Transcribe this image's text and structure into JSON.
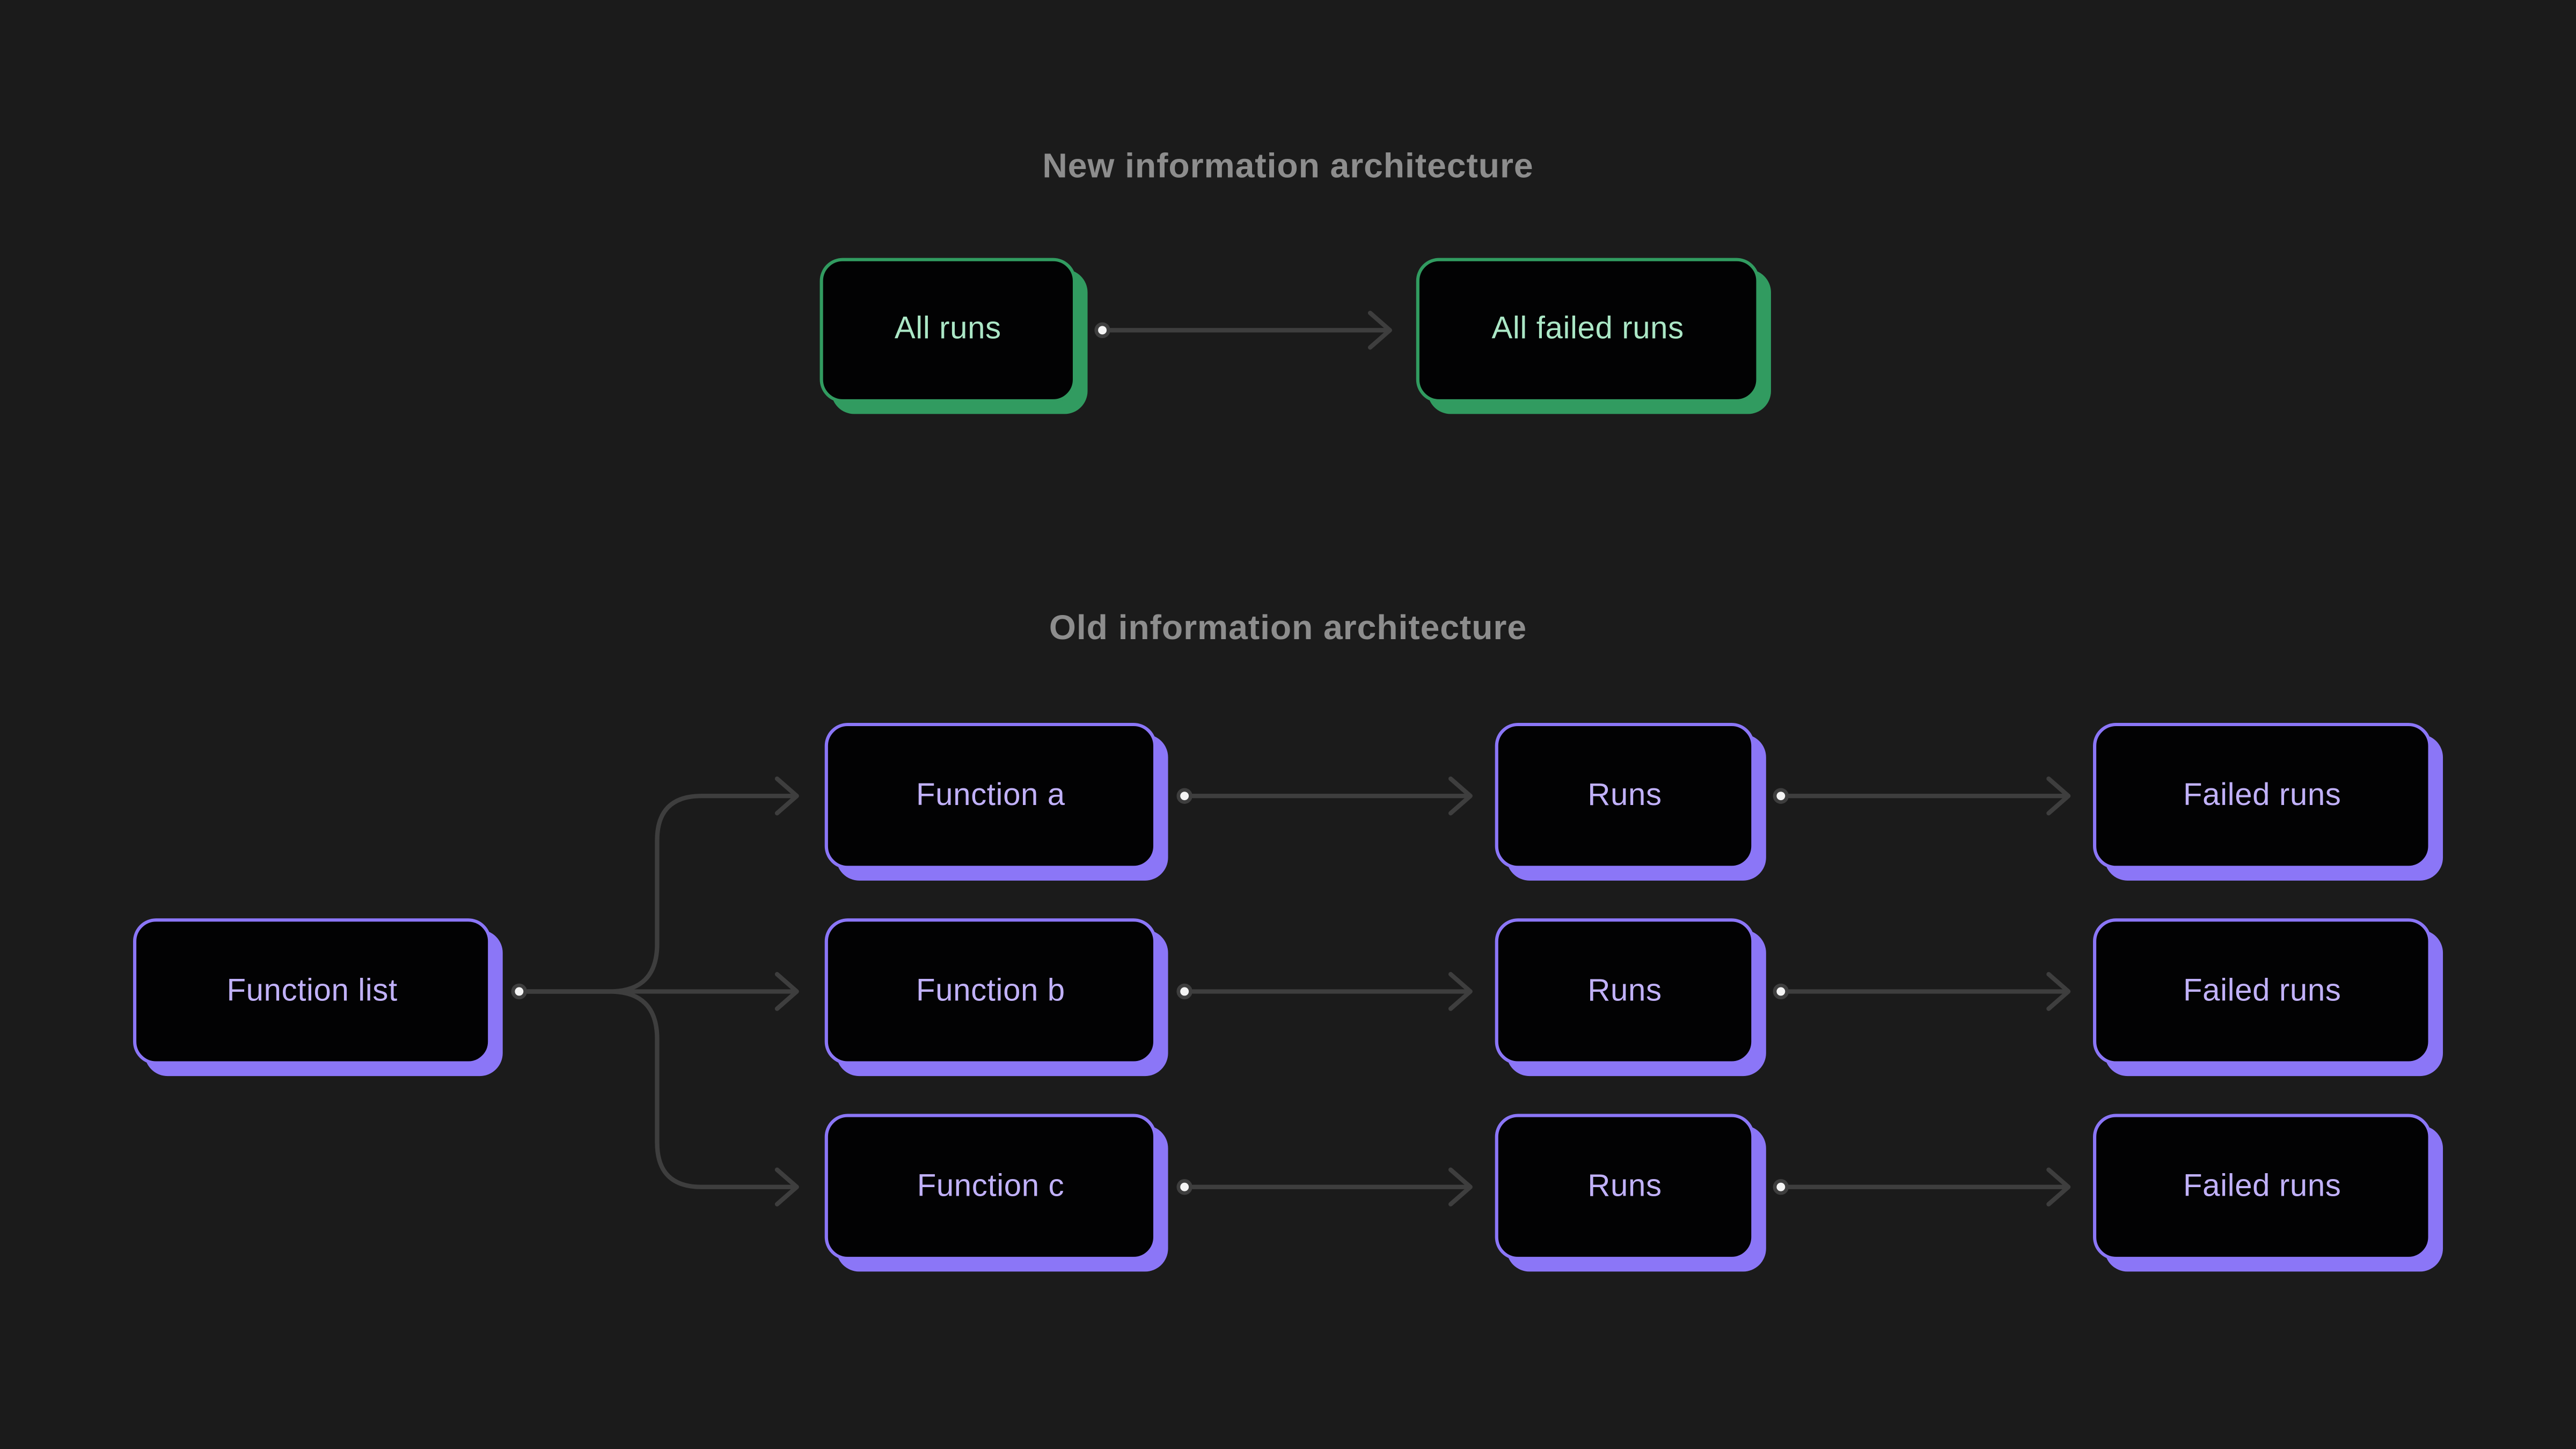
{
  "diagram": {
    "background_color": "#1b1b1b",
    "arrow_color": "#3e3e3e",
    "node_fill_color": "#020203",
    "title_color": "#8d8d8d",
    "sections": {
      "new_architecture": {
        "title": "New information architecture",
        "accent_color": "#319b60",
        "text_color": "#abe7c6",
        "nodes": {
          "all_runs": {
            "label": "All runs"
          },
          "all_failed_runs": {
            "label": "All failed runs"
          }
        },
        "links": [
          {
            "from": "all_runs",
            "to": "all_failed_runs"
          }
        ]
      },
      "old_architecture": {
        "title": "Old information architecture",
        "accent_color": "#8b76f7",
        "text_color": "#c1b1fa",
        "nodes": {
          "function_list": {
            "label": "Function list"
          },
          "function_a": {
            "label": "Function a"
          },
          "function_b": {
            "label": "Function b"
          },
          "function_c": {
            "label": "Function c"
          },
          "runs_a": {
            "label": "Runs"
          },
          "runs_b": {
            "label": "Runs"
          },
          "runs_c": {
            "label": "Runs"
          },
          "failed_runs_a": {
            "label": "Failed runs"
          },
          "failed_runs_b": {
            "label": "Failed runs"
          },
          "failed_runs_c": {
            "label": "Failed runs"
          }
        },
        "links": [
          {
            "from": "function_list",
            "to": "function_a"
          },
          {
            "from": "function_list",
            "to": "function_b"
          },
          {
            "from": "function_list",
            "to": "function_c"
          },
          {
            "from": "function_a",
            "to": "runs_a"
          },
          {
            "from": "function_b",
            "to": "runs_b"
          },
          {
            "from": "function_c",
            "to": "runs_c"
          },
          {
            "from": "runs_a",
            "to": "failed_runs_a"
          },
          {
            "from": "runs_b",
            "to": "failed_runs_b"
          },
          {
            "from": "runs_c",
            "to": "failed_runs_c"
          }
        ]
      }
    }
  }
}
